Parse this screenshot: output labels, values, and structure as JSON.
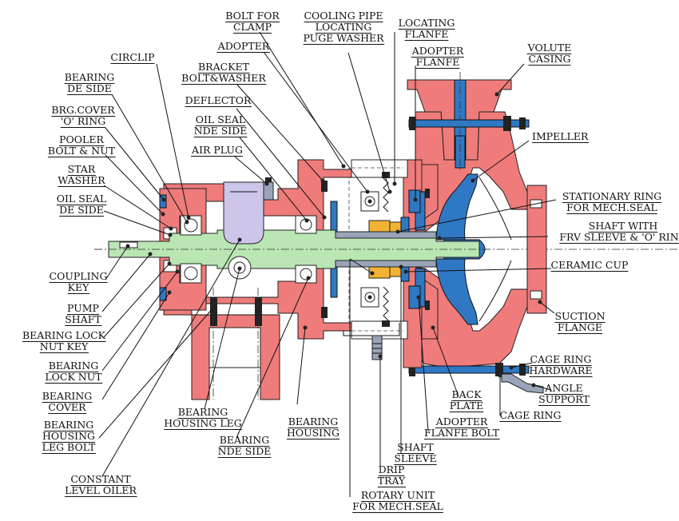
{
  "labels": [
    {
      "id": "bolt-for-clamp",
      "lines": [
        "BOLT FOR",
        "CLAMP"
      ]
    },
    {
      "id": "adopter",
      "lines": [
        "ADOPTER"
      ]
    },
    {
      "id": "cooling-pipe",
      "lines": [
        "COOLING PIPE",
        "LOCATING",
        "PUGE WASHER"
      ]
    },
    {
      "id": "locating-flanfe",
      "lines": [
        "LOCATING",
        "FLANFE"
      ]
    },
    {
      "id": "adopter-flanfe",
      "lines": [
        "ADOPTER",
        "FLANFE"
      ]
    },
    {
      "id": "volute-casing",
      "lines": [
        "VOLUTE",
        "CASING"
      ]
    },
    {
      "id": "circlip",
      "lines": [
        "CIRCLIP"
      ]
    },
    {
      "id": "bracket-bolt",
      "lines": [
        "BRACKET",
        "BOLT&WASHER"
      ]
    },
    {
      "id": "bearing-de-side",
      "lines": [
        "BEARING",
        "DE SIDE"
      ]
    },
    {
      "id": "deflector",
      "lines": [
        "DEFLECTOR"
      ]
    },
    {
      "id": "brg-cover-oring",
      "lines": [
        "BRG.COVER",
        "'O' RING"
      ]
    },
    {
      "id": "oil-seal-nde",
      "lines": [
        "OIL SEAL",
        "NDE SIDE"
      ]
    },
    {
      "id": "impeller",
      "lines": [
        "IMPELLER"
      ]
    },
    {
      "id": "pooler-bolt",
      "lines": [
        "POOLER",
        "BOLT & NUT"
      ]
    },
    {
      "id": "air-plug",
      "lines": [
        "AIR PLUG"
      ]
    },
    {
      "id": "star-washer",
      "lines": [
        "STAR",
        "WASHER"
      ]
    },
    {
      "id": "stationary-ring",
      "lines": [
        "STATIONARY RING",
        "FOR MECH.SEAL"
      ]
    },
    {
      "id": "oil-seal-de",
      "lines": [
        "OIL SEAL",
        "DE SIDE"
      ]
    },
    {
      "id": "shaft-with-frv",
      "lines": [
        "SHAFT WITH",
        "FRV SLEEVE & 'O' RING"
      ]
    },
    {
      "id": "coupling-key",
      "lines": [
        "COUPLING",
        "KEY"
      ]
    },
    {
      "id": "ceramic-cup",
      "lines": [
        "CERAMIC CUP"
      ]
    },
    {
      "id": "pump-shaft",
      "lines": [
        "PUMP",
        "SHAFT"
      ]
    },
    {
      "id": "suction-flange",
      "lines": [
        "SUCTION",
        "FLANGE"
      ]
    },
    {
      "id": "bearing-lock-nut-key",
      "lines": [
        "BEARING LOCK",
        "NUT KEY"
      ]
    },
    {
      "id": "bearing-lock-nut",
      "lines": [
        "BEARING",
        "LOCK NUT"
      ]
    },
    {
      "id": "cage-ring-hardware",
      "lines": [
        "CAGE RING",
        "HARDWARE"
      ]
    },
    {
      "id": "angle-support",
      "lines": [
        "ANGLE",
        "SUPPORT"
      ]
    },
    {
      "id": "bearing-cover",
      "lines": [
        "BEARING",
        "COVER"
      ]
    },
    {
      "id": "back-plate",
      "lines": [
        "BACK",
        "PLATE"
      ]
    },
    {
      "id": "cage-ring",
      "lines": [
        "CAGE RING"
      ]
    },
    {
      "id": "bearing-housing-leg",
      "lines": [
        "BEARING",
        "HOUSING LEG"
      ]
    },
    {
      "id": "bearing-housing",
      "lines": [
        "BEARING",
        "HOUSING"
      ]
    },
    {
      "id": "bearing-housing-leg-bolt",
      "lines": [
        "BEARING",
        "HOUSING",
        "LEG BOLT"
      ]
    },
    {
      "id": "adopter-flanfe-bolt",
      "lines": [
        "ADOPTER",
        "FLANFE BOLT"
      ]
    },
    {
      "id": "bearing-nde-side",
      "lines": [
        "BEARING",
        "NDE SIDE"
      ]
    },
    {
      "id": "shaft-sleeve",
      "lines": [
        "SHAFT",
        "SLEEVE"
      ]
    },
    {
      "id": "drip-tray",
      "lines": [
        "DRIP",
        "TRAY"
      ]
    },
    {
      "id": "constant-level-oiler",
      "lines": [
        "CONSTANT",
        "LEVEL OILER"
      ]
    },
    {
      "id": "rotary-unit",
      "lines": [
        "ROTARY UNIT",
        "FOR MECH.SEAL"
      ]
    }
  ],
  "colors": {
    "casing": "#ef7b7b",
    "shaft": "#b9e6b3",
    "impeller": "#2f78c4",
    "oiler": "#cdc6ea",
    "seal": "#f2b233"
  }
}
